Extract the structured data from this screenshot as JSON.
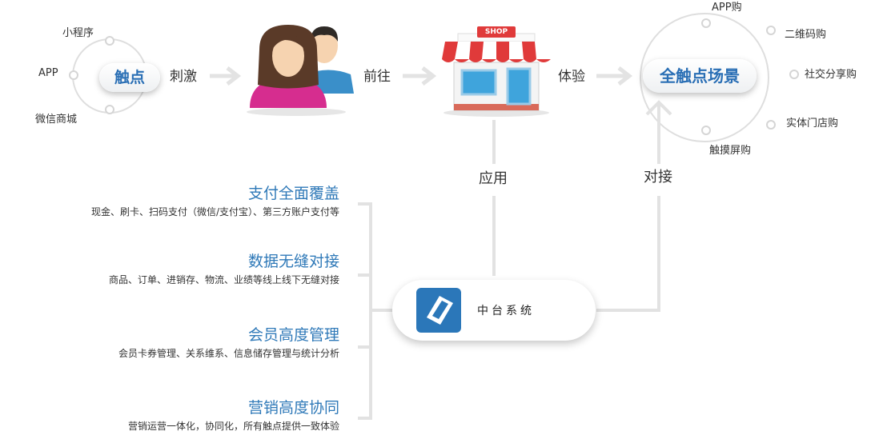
{
  "touchpoint": {
    "center": "触点",
    "items": [
      "小程序",
      "APP",
      "微信商城"
    ]
  },
  "flow": {
    "stimulate": "刺激",
    "goto": "前往",
    "experience": "体验",
    "apply": "应用",
    "connect": "对接",
    "shop_sign": "SHOP"
  },
  "scene": {
    "center": "全触点场景",
    "items": [
      "APP购",
      "二维码购",
      "社交分享购",
      "实体门店购",
      "触摸屏购"
    ]
  },
  "platform": {
    "name": "中台系统"
  },
  "features": [
    {
      "title": "支付全面覆盖",
      "desc": "现金、刷卡、扫码支付（微信/支付宝）、第三方账户支付等"
    },
    {
      "title": "数据无缝对接",
      "desc": "商品、订单、进销存、物流、业绩等线上线下无缝对接"
    },
    {
      "title": "会员高度管理",
      "desc": "会员卡券管理、关系维系、信息储存管理与统计分析"
    },
    {
      "title": "营销高度协同",
      "desc": "营销运营一体化，协同化，所有触点提供一致体验"
    }
  ],
  "colors": {
    "accent": "#2f79b8",
    "line": "#e2e2e2",
    "shop_red": "#e03a3a",
    "woman": "#d62d8f",
    "man": "#3a8fc9"
  }
}
